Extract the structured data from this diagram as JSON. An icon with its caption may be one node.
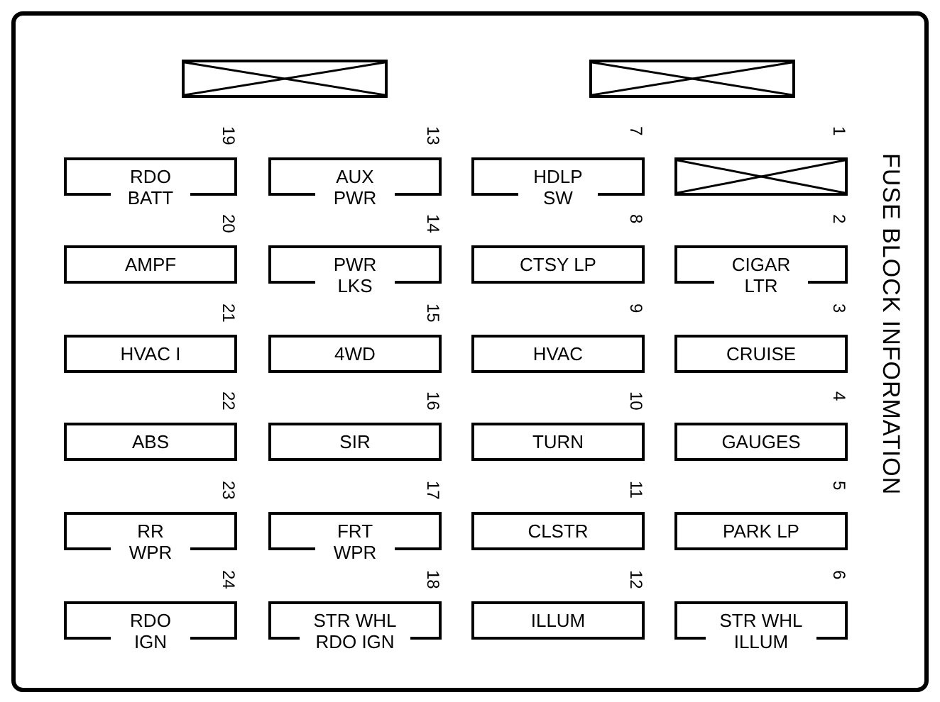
{
  "diagram": {
    "title": "FUSE BLOCK INFORMATION",
    "nodes": [
      {
        "text": [],
        "shape": "box"
      },
      {
        "text": [],
        "shape": "box"
      },
      {
        "text": [
          "RDO BATT"
        ],
        "beside": [
          "19"
        ]
      },
      {
        "text": [
          "AUX PWR"
        ],
        "beside": [
          "13"
        ]
      },
      {
        "text": [
          "HDLP SW"
        ],
        "beside": [
          "7"
        ]
      },
      {
        "text": [],
        "shape": "box",
        "beside": [
          "1"
        ]
      },
      {
        "text": [
          "AMPF"
        ],
        "beside": [
          "20"
        ]
      },
      {
        "text": [
          "PWR LKS"
        ],
        "beside": [
          "14"
        ]
      },
      {
        "text": [
          "CTSY LP"
        ],
        "beside": [
          "8"
        ]
      },
      {
        "text": [
          "CIGAR LTR"
        ],
        "beside": [
          "2"
        ]
      },
      {
        "text": [
          "HVAC I"
        ],
        "beside": [
          "21"
        ]
      },
      {
        "text": [
          "4WD"
        ],
        "beside": [
          "15"
        ]
      },
      {
        "text": [
          "HVAC"
        ],
        "beside": [
          "9"
        ]
      },
      {
        "text": [
          "CRUISE"
        ],
        "beside": [
          "3"
        ]
      },
      {
        "text": [
          "ABS"
        ],
        "beside": [
          "22"
        ]
      },
      {
        "text": [
          "SIR"
        ],
        "beside": [
          "16"
        ]
      },
      {
        "text": [
          "TURN"
        ],
        "beside": [
          "10"
        ]
      },
      {
        "text": [
          "GAUGES"
        ],
        "beside": [
          "4"
        ]
      },
      {
        "text": [
          "RR WPR"
        ],
        "beside": [
          "23"
        ]
      },
      {
        "text": [
          "FRT WPR"
        ],
        "beside": [
          "17"
        ]
      },
      {
        "text": [
          "CLSTR"
        ],
        "beside": [
          "11"
        ]
      },
      {
        "text": [
          "PARK LP"
        ],
        "beside": [
          "5"
        ]
      },
      {
        "text": [
          "RDO IGN"
        ],
        "beside": [
          "24"
        ]
      },
      {
        "text": [
          "STR WHL RDO IGN"
        ],
        "beside": [
          "18"
        ]
      },
      {
        "text": [
          "ILLUM"
        ],
        "beside": [
          "12"
        ]
      },
      {
        "text": [
          "STR WHL ILLUM"
        ],
        "beside": [
          "6"
        ]
      }
    ]
  }
}
